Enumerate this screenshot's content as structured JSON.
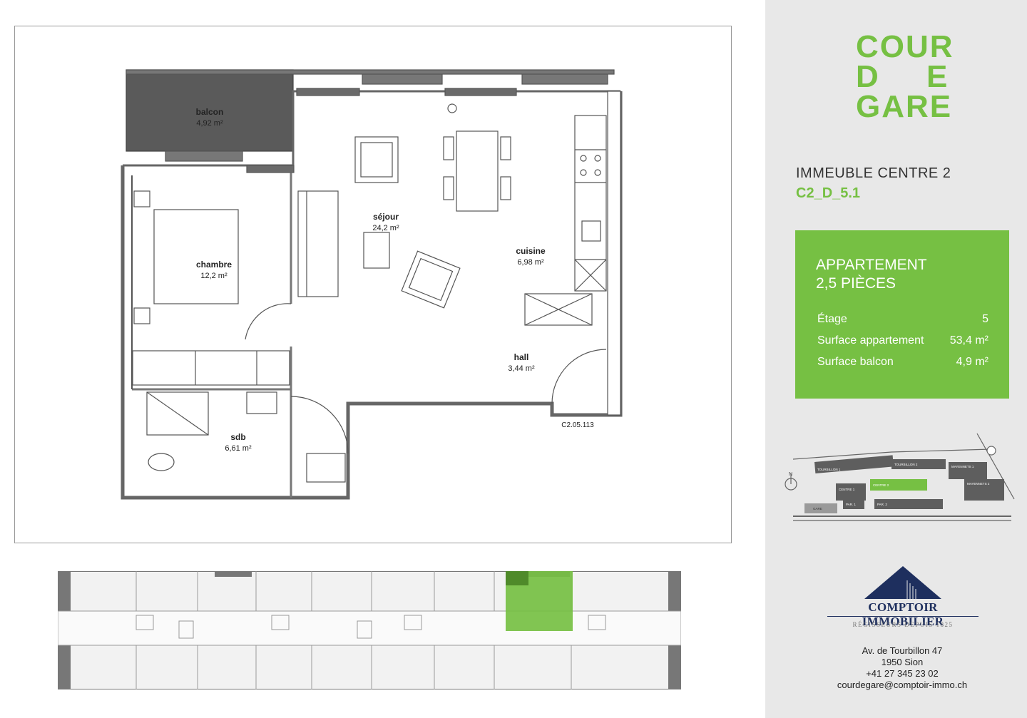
{
  "logo": {
    "line1": "COUR",
    "line2_left": "D",
    "line2_right": "E",
    "line3": "GARE"
  },
  "building": {
    "name": "IMMEUBLE CENTRE 2",
    "unit_code": "C2_D_5.1"
  },
  "apartment": {
    "type_line1": "APPARTEMENT",
    "type_line2": "2,5 PIÈCES",
    "rows": [
      {
        "label": "Étage",
        "value": "5"
      },
      {
        "label": "Surface appartement",
        "value": "53,4 m²"
      },
      {
        "label": "Surface balcon",
        "value": "4,9 m²"
      }
    ]
  },
  "rooms": [
    {
      "name": "balcon",
      "area": "4,92 m²"
    },
    {
      "name": "séjour",
      "area": "24,2 m²"
    },
    {
      "name": "chambre",
      "area": "12,2 m²"
    },
    {
      "name": "cuisine",
      "area": "6,98 m²"
    },
    {
      "name": "hall",
      "area": "3,44 m²"
    },
    {
      "name": "sdb",
      "area": "6,61 m²"
    }
  ],
  "plan_ref": "C2.05.113",
  "site_map_labels": [
    "TOURBILLON 1",
    "TOURBILLON 2",
    "MAYENNETS 1",
    "MAYENNETS 2",
    "CENTRE 1",
    "CENTRE 2",
    "GARE",
    "PAR. 1",
    "PAR. 2"
  ],
  "company": {
    "name": "COMPTOIR IMMOBILIER",
    "tagline": "RÉGISSEURS DEPUIS 1825"
  },
  "contact": {
    "address": "Av. de Tourbillon 47",
    "city": "1950 Sion",
    "phone": "+41 27 345 23 02",
    "email": "courdegare@comptoir-immo.ch"
  },
  "colors": {
    "accent_green": "#76c043",
    "sidebar_bg": "#e8e8e8",
    "company_navy": "#1e2f5e",
    "balcony_gray": "#5a5a5a"
  }
}
